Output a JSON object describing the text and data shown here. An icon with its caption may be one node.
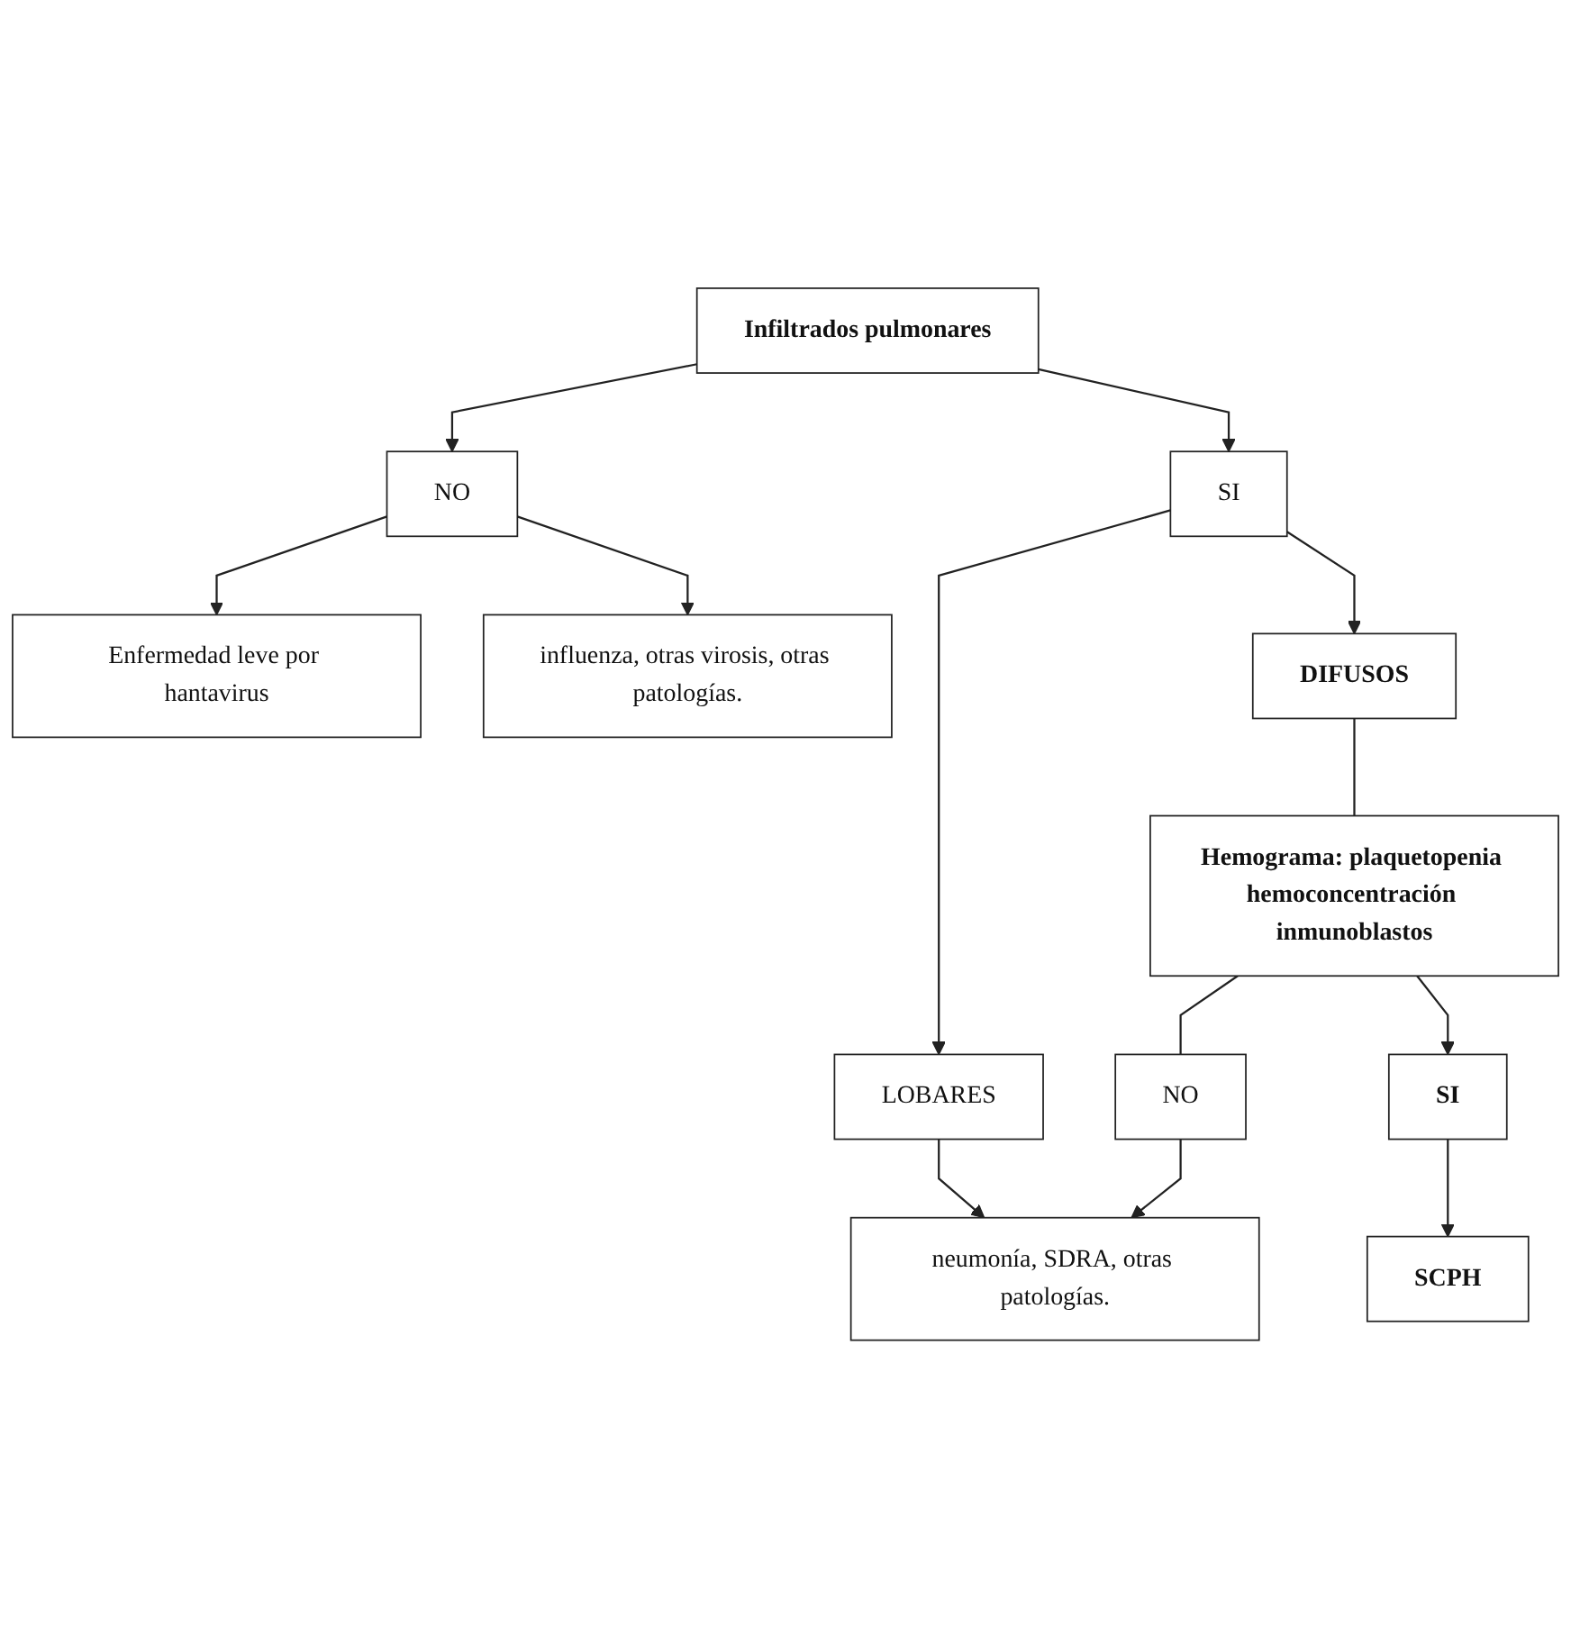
{
  "diagram": {
    "nodes": [
      {
        "text": [
          "Infiltrados pulmonares"
        ]
      },
      {
        "text": [
          "Enfermedad leve por hantavirus"
        ]
      },
      {
        "text": [
          "SI"
        ]
      },
      {
        "text": [
          "NO"
        ]
      },
      {
        "text": [
          "influenza, otras virosis, otras patologías."
        ]
      },
      {
        "text": [
          "DIFUSOS"
        ]
      },
      {
        "text": [
          "LOBARES"
        ]
      },
      {
        "text": [
          "neumonía, SDRA, otras patologías."
        ]
      },
      {
        "text": [
          "Hemograma: plaquetopenia hemoconcentración inmunoblastos"
        ]
      },
      {
        "text": [
          "NO"
        ]
      },
      {
        "text": [
          "SI"
        ]
      },
      {
        "text": [
          "SCPH"
        ]
      }
    ],
    "edges": [
      {
        "from": 0,
        "to": 2,
        "arrow": "to"
      },
      {
        "from": 0,
        "to": 3,
        "arrow": "to"
      },
      {
        "from": 3,
        "to": 1,
        "arrow": "to"
      },
      {
        "from": 3,
        "to": 4,
        "arrow": "to"
      },
      {
        "from": 2,
        "to": 5,
        "arrow": "to"
      },
      {
        "from": 2,
        "to": 6,
        "arrow": "to"
      },
      {
        "from": 6,
        "to": 7,
        "arrow": "to"
      },
      {
        "from": 5,
        "to": 8,
        "arrow": "none"
      },
      {
        "from": 8,
        "to": 9,
        "arrow": "none"
      },
      {
        "from": 9,
        "to": 7,
        "arrow": "to"
      },
      {
        "from": 8,
        "to": 10,
        "arrow": "to"
      },
      {
        "from": 10,
        "to": 11,
        "arrow": "to"
      }
    ]
  }
}
